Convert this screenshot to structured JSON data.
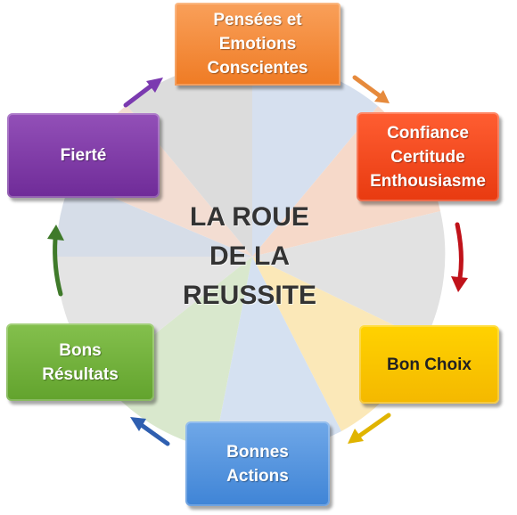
{
  "diagram": {
    "center_title": "LA ROUE\nDE LA\nREUSSITE",
    "steps": [
      {
        "label": "Pensées et\nEmotions\nConscientes",
        "color": "#f28a3a"
      },
      {
        "label": "Confiance\nCertitude\nEnthousiasme",
        "color": "#f04b1e"
      },
      {
        "label": "Bon Choix",
        "color": "#ffc800"
      },
      {
        "label": "Bonnes\nActions",
        "color": "#4f8fdc"
      },
      {
        "label": "Bons\nRésultats",
        "color": "#72b13c"
      },
      {
        "label": "Fierté",
        "color": "#7d3aa6"
      }
    ],
    "arrow_colors": [
      "#e68a3c",
      "#c0121a",
      "#e0b400",
      "#2f5fb0",
      "#3f7a2a",
      "#7b3ab0"
    ]
  }
}
